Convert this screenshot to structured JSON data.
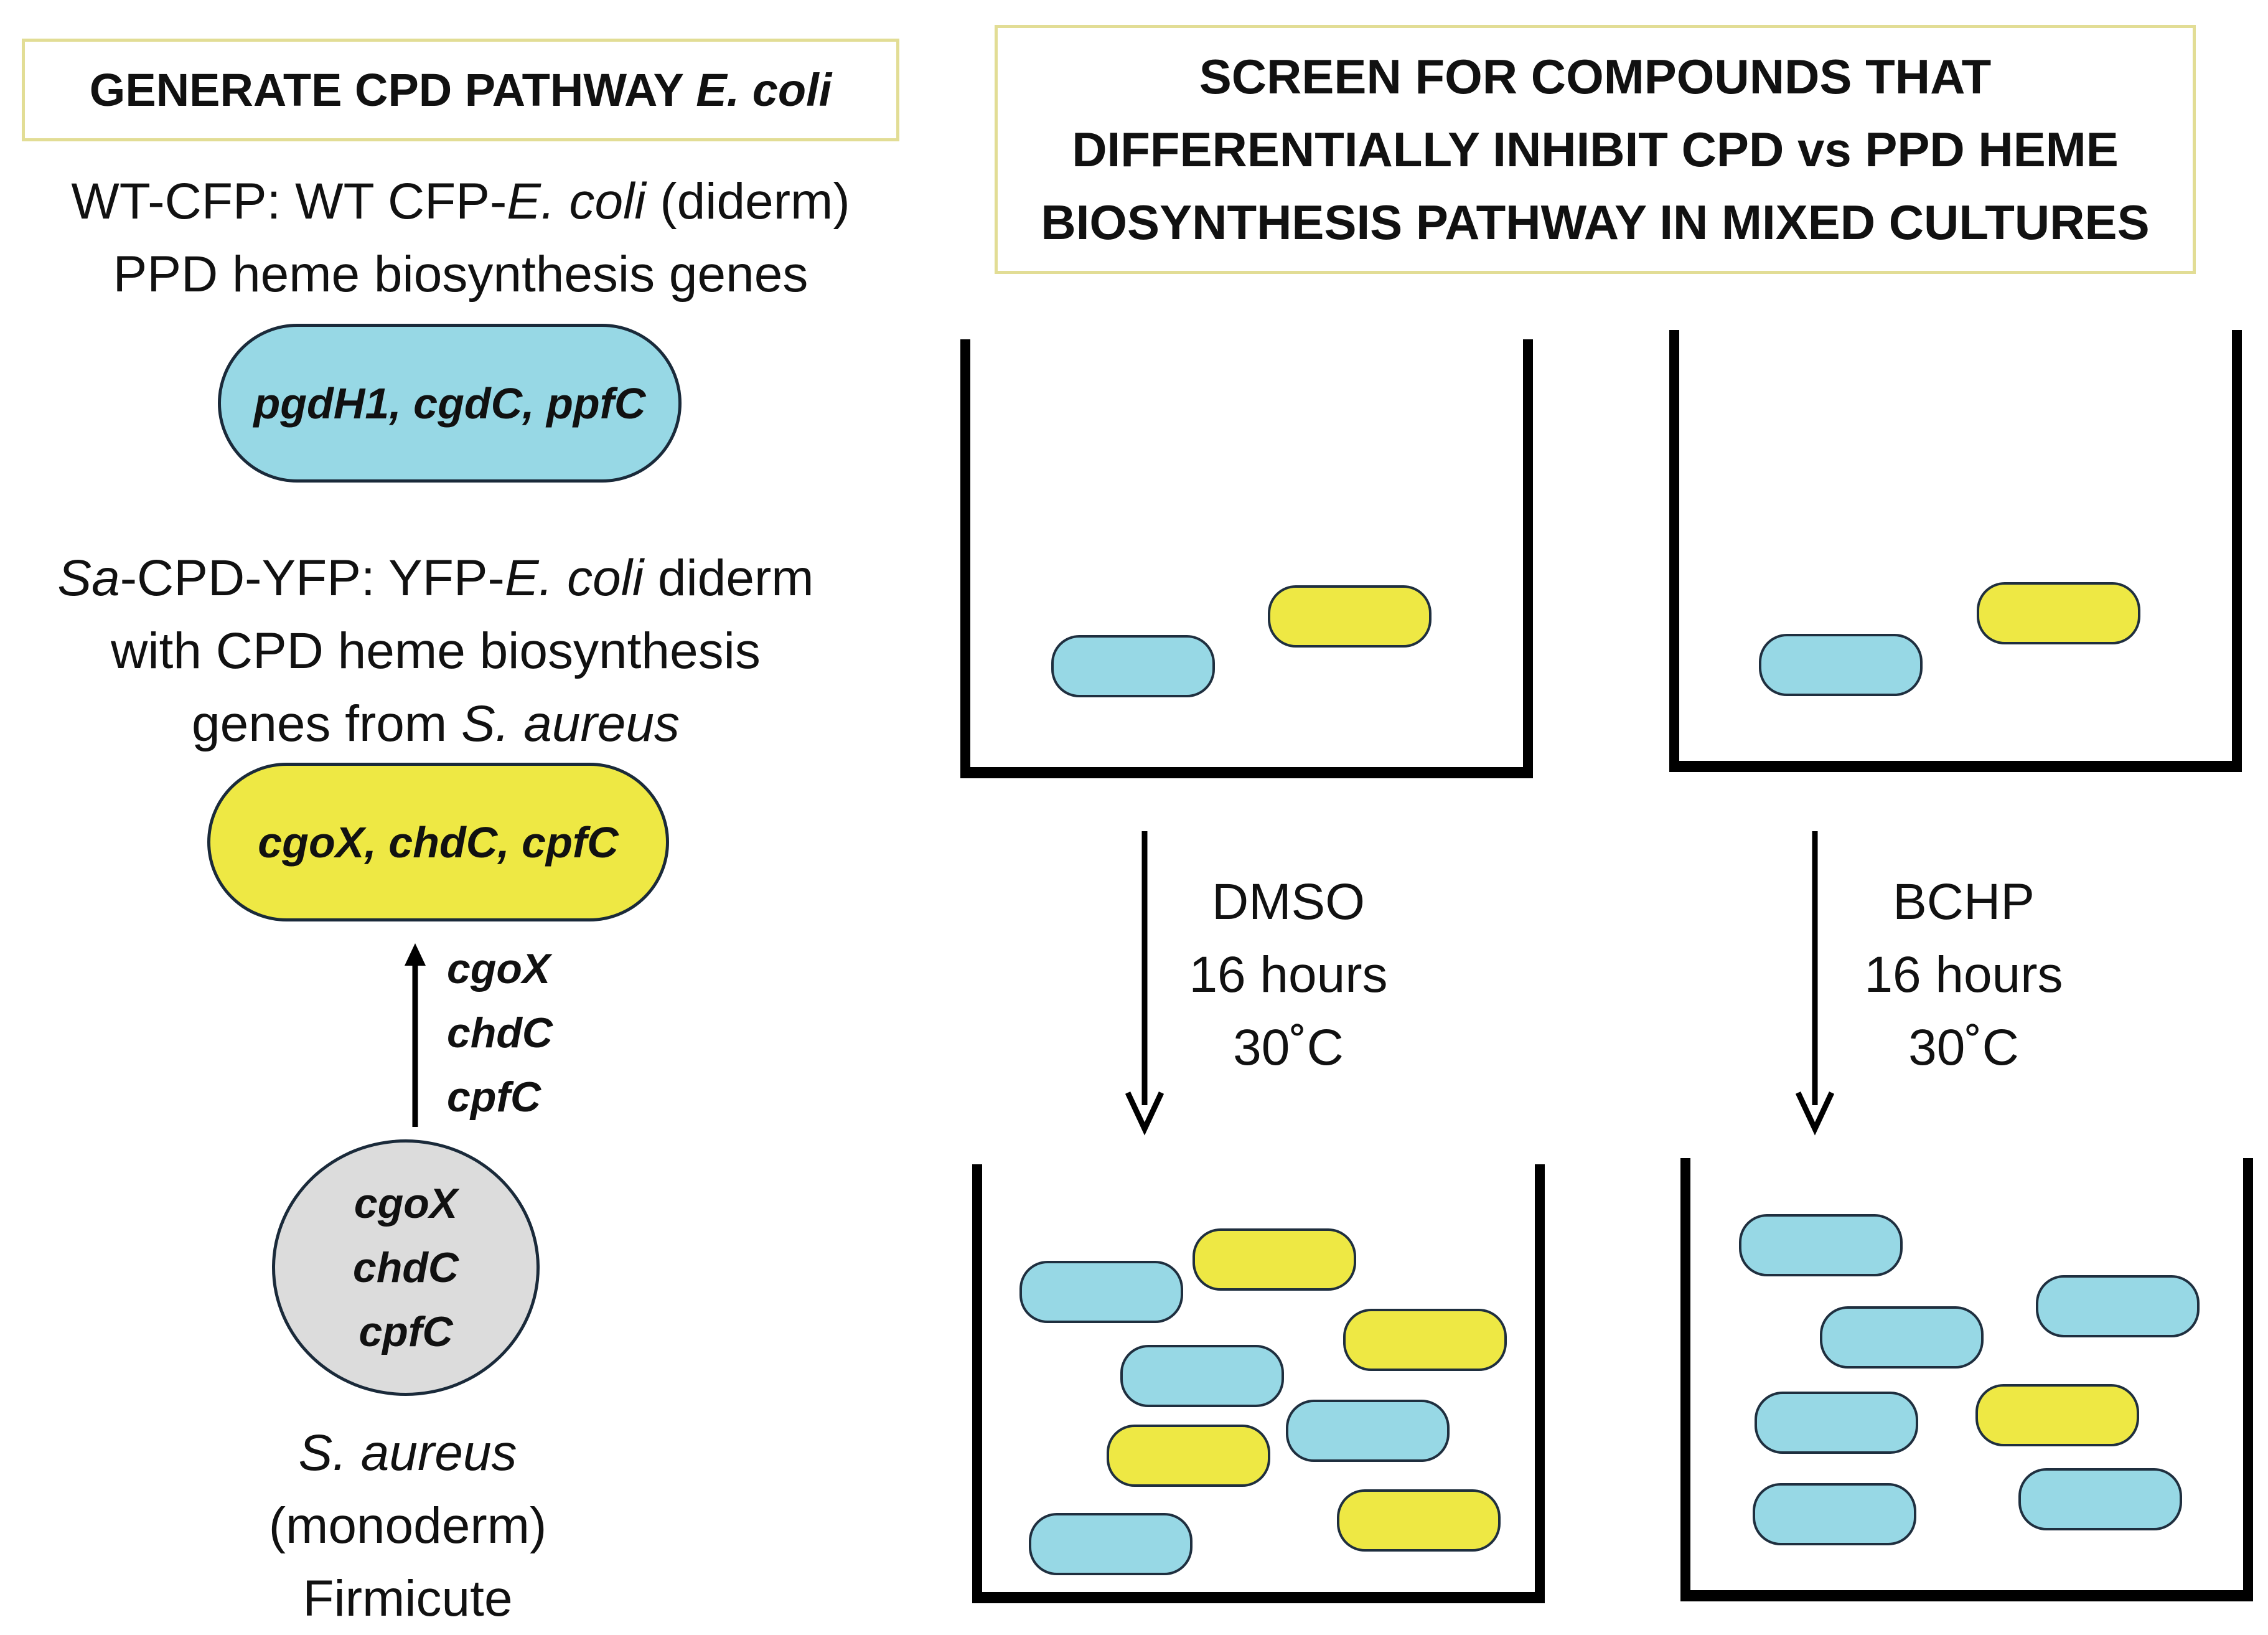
{
  "left": {
    "header": {
      "text": "GENERATE CPD PATHWAY ",
      "italic": "E. coli"
    },
    "wt_desc": {
      "line1_a": "WT-CFP: WT CFP-",
      "line1_i": "E. coli",
      "line1_b": " (diderm)",
      "line2": "PPD heme biosynthesis genes"
    },
    "wt_pill": "pgdH1, cgdC, ppfC",
    "sa_desc": {
      "line1_i": "Sa",
      "line1_a": "-CPD-YFP: YFP-",
      "line1_i2": "E. coli",
      "line1_b": " diderm",
      "line2": "with CPD heme biosynthesis",
      "line3_a": "genes from ",
      "line3_i": "S. aureus"
    },
    "sa_pill": "cgoX, chdC, cpfC",
    "transfer_genes": [
      "cgoX",
      "chdC",
      "cpfC"
    ],
    "source_genes": [
      "cgoX",
      "chdC",
      "cpfC"
    ],
    "source_caption": [
      "S. aureus",
      "(monoderm)",
      "Firmicute"
    ]
  },
  "right": {
    "header_lines": [
      "SCREEN FOR COMPOUNDS THAT",
      "DIFFERENTIALLY INHIBIT CPD vs PPD HEME",
      "BIOSYNTHESIS PATHWAY IN MIXED CULTURES"
    ],
    "condition_left": [
      "DMSO",
      "16 hours",
      "30˚C"
    ],
    "condition_right": [
      "BCHP",
      "16 hours",
      "30˚C"
    ],
    "colors": {
      "cfp_blue": "#97d8e5",
      "yfp_yellow": "#eee844",
      "box_border": "#e2dd95",
      "monoderm_gray": "#dcdcdc"
    }
  }
}
